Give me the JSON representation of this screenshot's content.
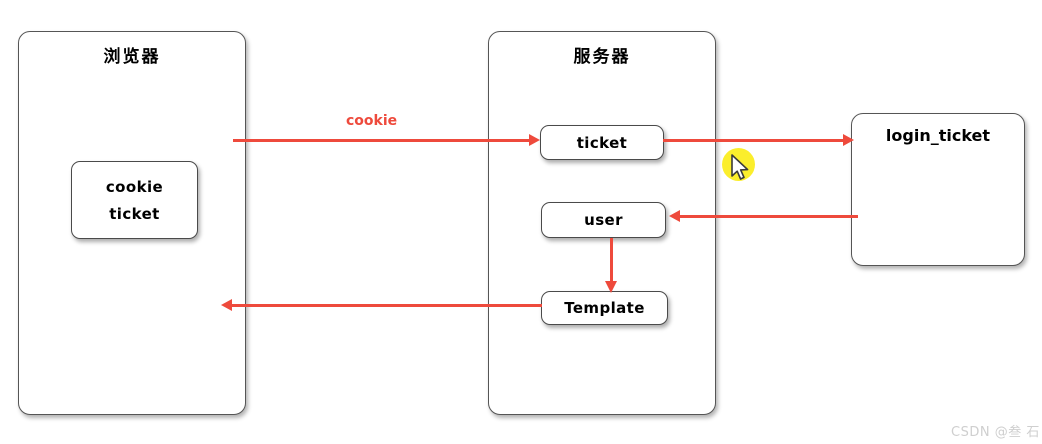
{
  "diagram": {
    "accent_color": "#ee4a3c",
    "highlight_color": "#fbee2c",
    "box_border_color": "#555555",
    "containers": [
      {
        "name": "browser",
        "title": "浏览器"
      },
      {
        "name": "server",
        "title": "服务器"
      },
      {
        "name": "login_ticket",
        "title": "login_ticket"
      }
    ],
    "nodes": {
      "cookie_store_line1": "cookie",
      "cookie_store_line2": "ticket",
      "ticket": "ticket",
      "user": "user",
      "template": "Template",
      "login_ticket": "login_ticket"
    },
    "edge_labels": {
      "request_cookie": "cookie"
    }
  },
  "watermark": {
    "text": "CSDN @叁 石"
  }
}
